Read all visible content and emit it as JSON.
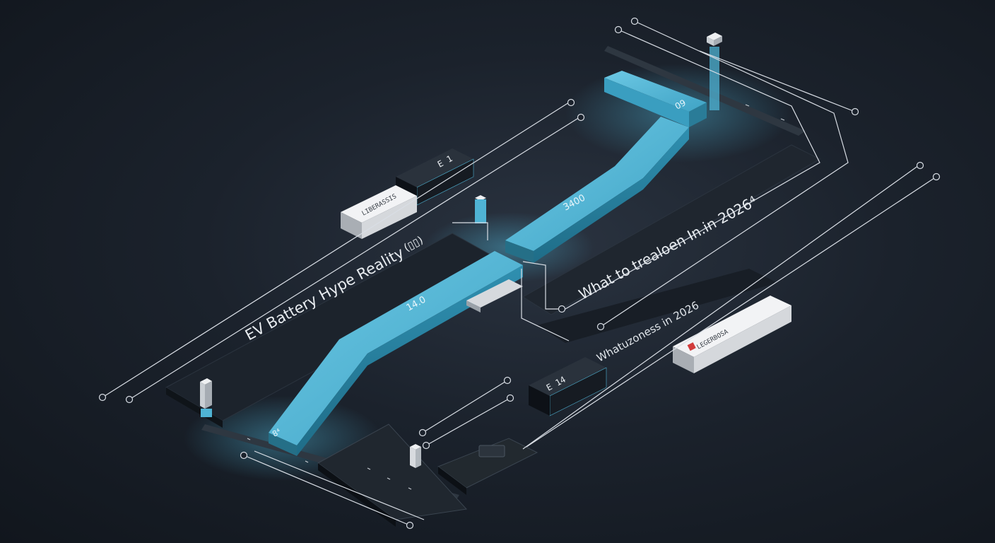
{
  "title": "EV Battery Hype Reality",
  "title_badge": "(▯▯)",
  "subtitle": "What to trealoen In.in 2026⁴",
  "subtitle_lower": "Whatuzoness in 2026",
  "steps": {
    "lower": "14.0",
    "middle": "3400",
    "top": "09",
    "base": "8⁴"
  },
  "boxes": {
    "box_e1": "E 1",
    "box_e14": "E 14",
    "box_white_left": "LIBERASSIS",
    "box_white_right": "LEGERBOSA"
  },
  "colors": {
    "accent": "#4fb3d4",
    "accent_dark": "#2f7f9a",
    "background": "#1b222c",
    "line": "#d9dee5",
    "white_box": "#e6e7e9",
    "red_icon": "#d23c3c"
  },
  "icons": {
    "left_pillar": "small-pillar-icon",
    "right_pillar": "small-pillar-icon",
    "red_tag": "red-square-icon"
  }
}
